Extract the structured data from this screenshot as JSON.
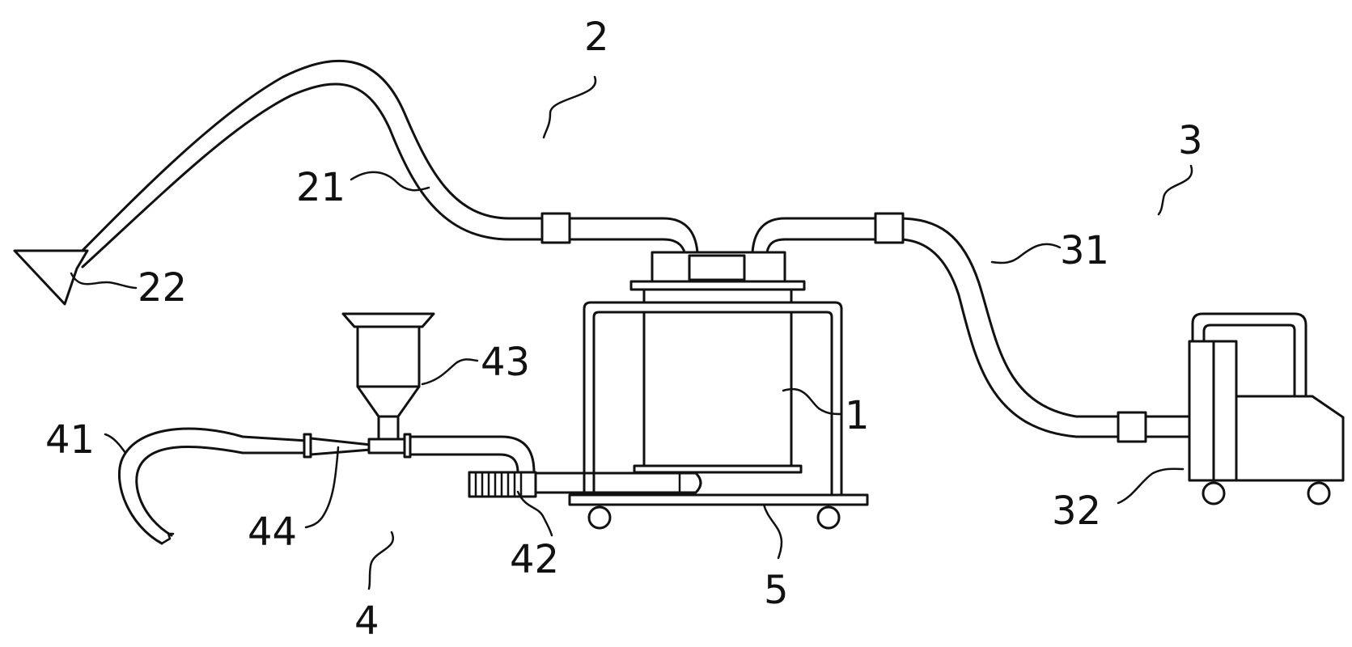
{
  "labels": {
    "main_tank": "1",
    "suction_assembly": "2",
    "suction_hose": "21",
    "suction_hood": "22",
    "dust_collector_assembly": "3",
    "collector_hose": "31",
    "dust_collector": "32",
    "feeding_assembly": "4",
    "feed_hose": "41",
    "motor": "42",
    "hopper": "43",
    "venturi_tube": "44",
    "cart_base": "5"
  },
  "colors": {
    "line": "#111111",
    "background": "#ffffff"
  }
}
